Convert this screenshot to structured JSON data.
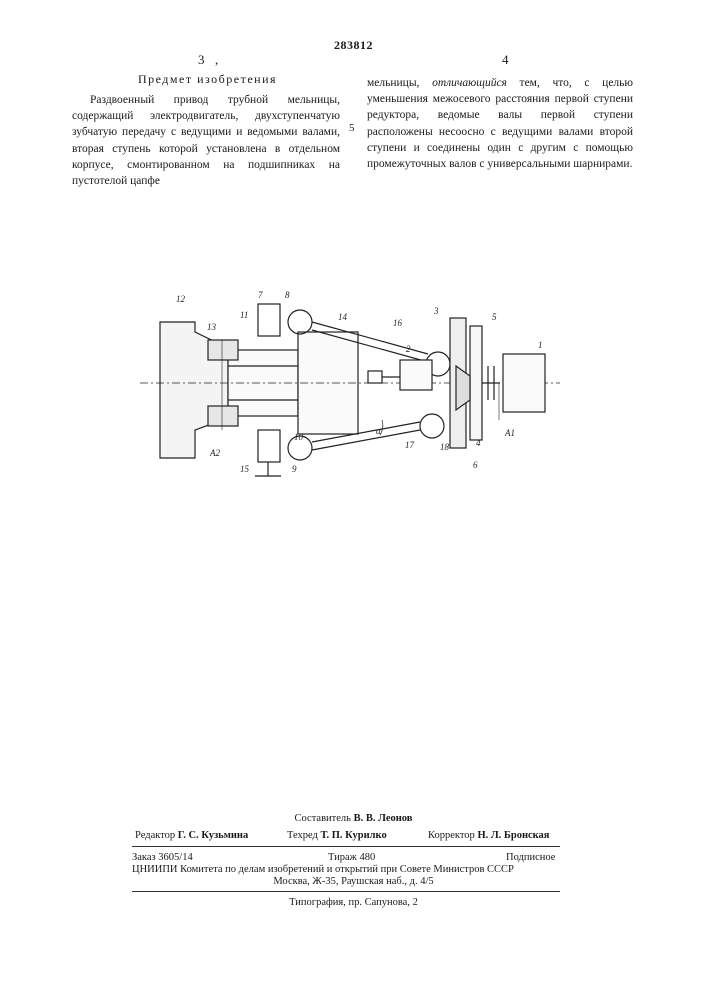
{
  "patent_number": "283812",
  "col_left_num": "3",
  "col_right_num": "4",
  "heading": "Предмет изобретения",
  "line_number": "5",
  "left_text": "Раздвоенный привод трубной мельницы, содержащий электродвигатель, двухступенчатую зубчатую передачу с ведущими и ведомыми валами, вторая ступень которой установлена в отдельном корпусе, смонтированном на подшипниках на пустотелой цапфе",
  "right_text_before": "мельницы,",
  "right_text_italic": "отличающийся",
  "right_text_after": "тем, что, с целью уменьшения межосевого расстояния первой ступени редуктора, ведомые валы первой ступени расположены несоосно с ведущими валами второй ступени и соединены один с другим с помощью промежуточных валов с универсальными шарнирами.",
  "diagram_labels": {
    "l1": "1",
    "l2": "2",
    "l3": "3",
    "l4": "4",
    "l5": "5",
    "l6": "6",
    "l7": "7",
    "l8": "8",
    "l9": "9",
    "l10": "10",
    "l11": "11",
    "l12": "12",
    "l13": "13",
    "l14": "14",
    "l15": "15",
    "l16": "16",
    "l17": "17",
    "l18": "18",
    "a1": "A1",
    "a2": "A2",
    "alpha": "α"
  },
  "credits": {
    "compiler_label": "Составитель",
    "compiler_name": "В. В. Леонов",
    "editor_label": "Редактор",
    "editor_name": "Г. С. Кузьмина",
    "techred_label": "Техред",
    "techred_name": "Т. П. Курилко",
    "corrector_label": "Корректор",
    "corrector_name": "Н. Л. Бронская",
    "order": "Заказ 3605/14",
    "tirazh": "Тираж 480",
    "subscription": "Подписное",
    "org": "ЦНИИПИ Комитета по делам изобретений и открытий при Совете Министров СССР",
    "address": "Москва, Ж-35, Раушская наб., д. 4/5",
    "printing": "Типография, пр. Сапунова, 2"
  }
}
